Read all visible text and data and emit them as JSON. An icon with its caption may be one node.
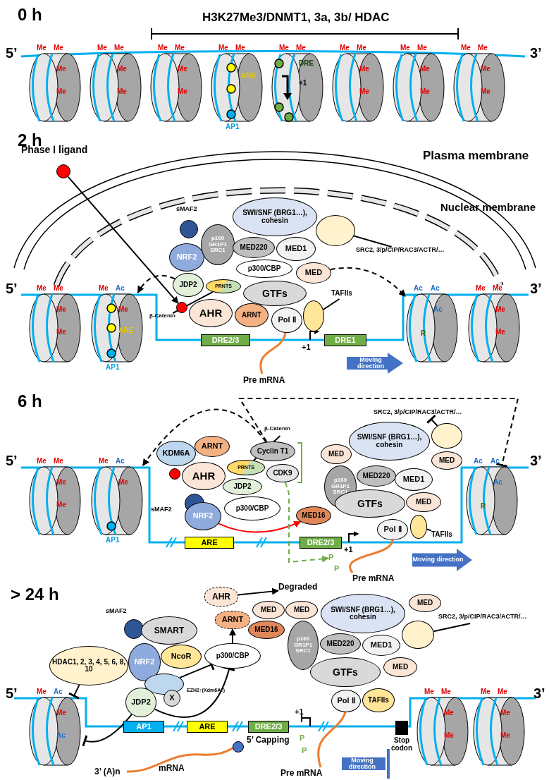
{
  "diagram": {
    "nodes": [
      {
        "text": [
          "Me",
          "Me",
          "Me",
          "Me"
        ]
      },
      {
        "text": [
          "Me",
          "Me",
          "Me",
          "Me"
        ]
      },
      {
        "text": [
          "Me",
          "Me",
          "Me",
          "Me"
        ]
      },
      {
        "text": [
          "Me",
          "Me",
          "ARE"
        ],
        "beside": [
          "AP1"
        ]
      },
      {
        "text": [
          "Me",
          "Me",
          "DRE",
          "+1"
        ]
      },
      {
        "text": [
          "Me",
          "Me",
          "Me",
          "Me"
        ]
      },
      {
        "text": [
          "Me",
          "Me",
          "Me",
          "Me"
        ]
      },
      {
        "text": [
          "Me",
          "Me",
          "Me",
          "Me"
        ]
      },
      {
        "text": [],
        "shape": "circle",
        "beside": [
          "Phase Ⅰ ligand"
        ]
      },
      {
        "text": [],
        "shape": "circle",
        "beside": [
          "sMAF2"
        ]
      },
      {
        "text": [
          "NRF2"
        ]
      },
      {
        "text": [
          "p160 GR1P1 SRC1"
        ]
      },
      {
        "text": [
          "SWI/SNF (BRG1…), cohesin"
        ]
      },
      {
        "text": [
          "MED220"
        ]
      },
      {
        "text": [
          "MED1"
        ]
      },
      {
        "text": [],
        "shape": "circle"
      },
      {
        "text": [
          "SRC2, 3/p/CIP/RAC3/ACTR/…"
        ]
      },
      {
        "text": [
          "p300/CBP"
        ]
      },
      {
        "text": [
          "MED"
        ]
      },
      {
        "text": [
          "JDP2"
        ]
      },
      {
        "text": [
          "PRNTS"
        ]
      },
      {
        "text": [
          "GTFs"
        ]
      },
      {
        "text": [
          "β-Catenin"
        ]
      },
      {
        "text": [],
        "shape": "circle"
      },
      {
        "text": [
          "AHR"
        ]
      },
      {
        "text": [
          "ARNT"
        ]
      },
      {
        "text": [
          "Pol Ⅱ"
        ]
      },
      {
        "text": [],
        "shape": "circle"
      },
      {
        "text": [
          "TAFIIs"
        ]
      },
      {
        "text": [
          "DRE2/3"
        ]
      },
      {
        "text": [
          "DRE1"
        ]
      },
      {
        "text": [
          "Me",
          "Me",
          "Me",
          "Me"
        ]
      },
      {
        "text": [
          "Me",
          "Ac",
          "Me",
          "ARE"
        ],
        "beside": [
          "AP1"
        ]
      },
      {
        "text": [
          "Ac",
          "Ac",
          "Ac",
          "R"
        ]
      },
      {
        "text": [
          "Me",
          "Me",
          "Me",
          "Me"
        ]
      },
      {
        "text": [
          "Moving direction"
        ]
      },
      {
        "text": [
          "Me",
          "Me",
          "Me",
          "Me"
        ]
      },
      {
        "text": [
          "Me",
          "Ac",
          "Me"
        ],
        "beside": [
          "AP1"
        ]
      },
      {
        "text": [
          "β-Catenin"
        ]
      },
      {
        "text": [
          "KDM6A"
        ]
      },
      {
        "text": [
          "ARNT"
        ]
      },
      {
        "text": [
          "Cyclin T1"
        ]
      },
      {
        "text": [],
        "shape": "circle"
      },
      {
        "text": [
          "AHR"
        ]
      },
      {
        "text": [
          "PRNTS"
        ]
      },
      {
        "text": [
          "CDK9"
        ]
      },
      {
        "text": [
          "JDP2"
        ]
      },
      {
        "text": [],
        "shape": "circle"
      },
      {
        "text": [
          "NRF2"
        ]
      },
      {
        "text": [
          "p300/CBP"
        ]
      },
      {
        "text": [
          "ARE"
        ]
      },
      {
        "text": [
          "DRE2/3"
        ]
      },
      {
        "text": [
          "MED"
        ]
      },
      {
        "text": [
          "SWI/SNF (BRG1…), cohesin"
        ]
      },
      {
        "text": [
          "MED"
        ]
      },
      {
        "text": [
          "p160 GR1P1 SRC1"
        ]
      },
      {
        "text": [
          "MED220"
        ]
      },
      {
        "text": [
          "MED1"
        ]
      },
      {
        "text": [],
        "shape": "circle"
      },
      {
        "text": [
          "SRC2, 3/p/CIP/RAC3/ACTR/…"
        ]
      },
      {
        "text": [
          "MED16"
        ]
      },
      {
        "text": [
          "GTFs"
        ]
      },
      {
        "text": [
          "MED"
        ]
      },
      {
        "text": [
          "Pol Ⅱ"
        ]
      },
      {
        "text": [],
        "shape": "circle"
      },
      {
        "text": [
          "TAFIIs"
        ]
      },
      {
        "text": [
          "Ac",
          "Ac",
          "Ac",
          "R"
        ]
      },
      {
        "text": [
          "P"
        ]
      },
      {
        "text": [
          "Moving direction"
        ]
      },
      {
        "text": [
          "AHR"
        ]
      },
      {
        "text": [
          "ARNT"
        ]
      },
      {
        "text": [
          "Degraded"
        ]
      },
      {
        "text": [],
        "shape": "circle",
        "beside": [
          "sMAF2"
        ]
      },
      {
        "text": [
          "SMART"
        ]
      },
      {
        "text": [
          "HDAC1, 2, 3, 4, 5, 6, 8, 10"
        ]
      },
      {
        "text": [
          "NRF2"
        ]
      },
      {
        "text": [
          "NcoR"
        ]
      },
      {
        "text": [
          "p300/CBP"
        ]
      },
      {
        "text": [],
        "shape": "circle",
        "beside": [
          "EZH2↑(Kdm6A↓)"
        ]
      },
      {
        "text": [
          "JDP2"
        ]
      },
      {
        "text": [
          "X"
        ]
      },
      {
        "text": [
          "Me",
          "Ac",
          "Me",
          "Ac"
        ]
      },
      {
        "text": [
          "AP1"
        ]
      },
      {
        "text": [
          "ARE"
        ]
      },
      {
        "text": [
          "DRE2/3"
        ]
      },
      {
        "text": [
          "MED"
        ]
      },
      {
        "text": [
          "MED"
        ]
      },
      {
        "text": [
          "MED16"
        ]
      },
      {
        "text": [
          "SWI/SNF (BRG1…), cohesin"
        ]
      },
      {
        "text": [
          "MED"
        ]
      },
      {
        "text": [
          "p160 GR1P1 SRC1"
        ]
      },
      {
        "text": [
          "MED220"
        ]
      },
      {
        "text": [
          "MED1"
        ]
      },
      {
        "text": [],
        "shape": "circle"
      },
      {
        "text": [
          "SRC2, 3/p/CIP/RAC3/ACTR/…"
        ]
      },
      {
        "text": [
          "GTFs"
        ]
      },
      {
        "text": [
          "MED"
        ]
      },
      {
        "text": [
          "Pol Ⅱ"
        ]
      },
      {
        "text": [
          "TAFIIs"
        ]
      },
      {
        "text": [],
        "shape": "box",
        "beside": [
          "Stop codon"
        ]
      },
      {
        "text": [
          "Me",
          "Me",
          "Me",
          "Me"
        ]
      },
      {
        "text": [
          "Me",
          "Me",
          "Me",
          "Me"
        ]
      },
      {
        "text": [],
        "shape": "circle",
        "beside": [
          "5’ Capping"
        ]
      },
      {
        "text": [
          "Moving direction"
        ]
      }
    ],
    "edges": [
      {
        "from": 8,
        "to": 23,
        "arrow": "to"
      },
      {
        "from": 19,
        "to": 32,
        "arrow": "to",
        "style": "dashed"
      },
      {
        "from": 18,
        "to": 33,
        "arrow": "to",
        "style": "dashed"
      },
      {
        "from": 16,
        "to": 15,
        "arrow": "none"
      },
      {
        "from": 22,
        "to": 20,
        "arrow": "none"
      },
      {
        "from": 28,
        "to": 27,
        "arrow": "none"
      },
      {
        "from": 41,
        "to": 37,
        "arrow": "to",
        "style": "dashed"
      },
      {
        "from": 41,
        "to": 66,
        "arrow": "other",
        "style": "dashed"
      },
      {
        "from": 48,
        "to": 60,
        "arrow": "to",
        "color": "#ff0000"
      },
      {
        "from": 45,
        "to": 67,
        "arrow": "to",
        "style": "dashed",
        "color": "#70ad47"
      },
      {
        "from": 38,
        "to": 44,
        "arrow": "none"
      },
      {
        "from": 58,
        "to": 59,
        "arrow": "other"
      },
      {
        "from": 65,
        "to": 64,
        "arrow": "none"
      },
      {
        "from": 77,
        "to": 70,
        "arrow": "to"
      },
      {
        "from": 69,
        "to": 71,
        "arrow": "to"
      },
      {
        "from": 74,
        "to": 81,
        "arrow": "other"
      },
      {
        "from": 79,
        "to": 81,
        "arrow": "other"
      },
      {
        "from": 78,
        "to": 77,
        "arrow": "other"
      },
      {
        "from": 79,
        "to": 77,
        "arrow": "other"
      },
      {
        "from": 94,
        "to": 93,
        "arrow": "none"
      }
    ],
    "labels": [
      "0 h",
      "H3K27Me3/DNMT1, 3a, 3b/ HDAC",
      "5’",
      "3’",
      "2 h",
      "Plasma membrane",
      "Nuclear membrane",
      "5’",
      "3’",
      "+1",
      "Pre mRNA",
      "6 h",
      "5’",
      "3’",
      "sMAF2",
      "+1",
      "P",
      "Pre mRNA",
      "> 24 h",
      "5’",
      "3’",
      "+1",
      "P",
      "P",
      "mRNA",
      "3’ (A)n",
      "Pre mRNA"
    ]
  }
}
